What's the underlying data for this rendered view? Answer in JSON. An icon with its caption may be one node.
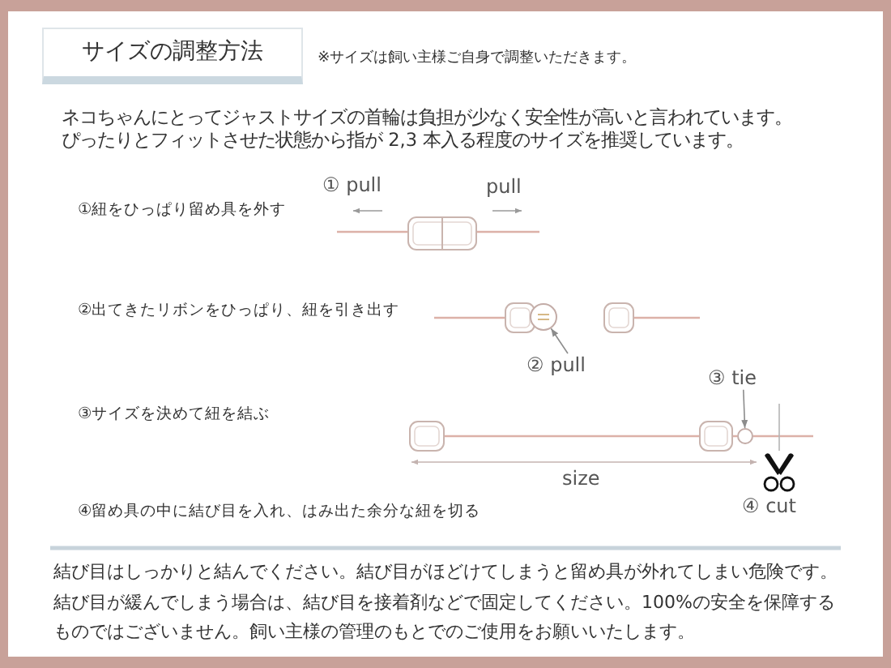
{
  "diagram": {
    "title": "サイズの調整方法",
    "nodes": [
      {
        "text": [],
        "shape": "circle"
      },
      {
        "text": [
          "② pull"
        ]
      },
      {
        "text": [
          "③ tie"
        ]
      },
      {
        "text": [],
        "shape": "circle"
      }
    ],
    "edges": [
      {
        "from": 1,
        "to": 0,
        "arrow": "to"
      },
      {
        "from": 2,
        "to": 3,
        "arrow": "to"
      }
    ],
    "labels": [
      "※サイズは飼い主様ご自身で調整いただきます。",
      "ネコちゃんにとってジャストサイズの首輪は負担が少なく安全性が高いと言われています。ぴったりとフィットさせた状態から指が 2,3 本入る程度のサイズを推奨しています。",
      "①紐をひっぱり留め具を外す",
      "① pull",
      "pull",
      "②出てきたリボンをひっぱり、紐を引き出す",
      "③サイズを決めて紐を結ぶ",
      "size",
      "④留め具の中に結び目を入れ、はみ出た余分な紐を切る",
      "④ cut",
      "結び目はしっかりと結んでください。結び目がほどけてしまうと留め具が外れてしまい危険です。結び目が緩んでしまう場合は、結び目を接着剤などで固定してください。100%の安全を保障するものではございません。飼い主様の管理のもとでのご使用をお願いいたします。"
    ]
  }
}
